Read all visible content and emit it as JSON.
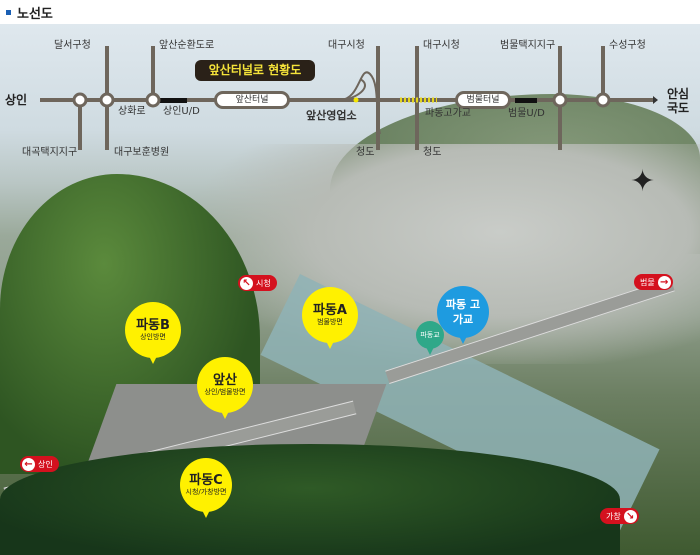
{
  "header": {
    "title": "노선도"
  },
  "diagram": {
    "title": "앞산터널로 현황도",
    "ends": {
      "west": "상인",
      "east": "안심 국도"
    },
    "top_labels": [
      "달서구청",
      "앞산순환도로",
      "대구시청",
      "대구시청",
      "범물택지지구",
      "수성구청"
    ],
    "bottom_labels": [
      "대곡택지지구",
      "대구보훈병원",
      "청도",
      "청도"
    ],
    "line_labels": [
      "상화로",
      "상인U/D",
      "앞산영업소",
      "파동고가교",
      "범물U/D"
    ],
    "tunnels": [
      "앞산터널",
      "범물터널"
    ]
  },
  "markers": [
    {
      "name": "파동B",
      "sub": "상인방면"
    },
    {
      "name": "파동A",
      "sub": "범물방면"
    },
    {
      "name": "앞산",
      "sub": "상인/범물방면"
    },
    {
      "name": "파동C",
      "sub": "시청/가창방면"
    },
    {
      "name": "파동 고가교",
      "sub": ""
    },
    {
      "name": "파동교",
      "sub": ""
    }
  ],
  "signs": [
    "시청",
    "상인",
    "범물",
    "가창"
  ],
  "colors": {
    "marker_yellow": "#fff100",
    "marker_blue": "#1e9be0",
    "marker_teal": "#2fa889",
    "sign_red": "#d4111e",
    "title_bg": "#2a2118"
  }
}
